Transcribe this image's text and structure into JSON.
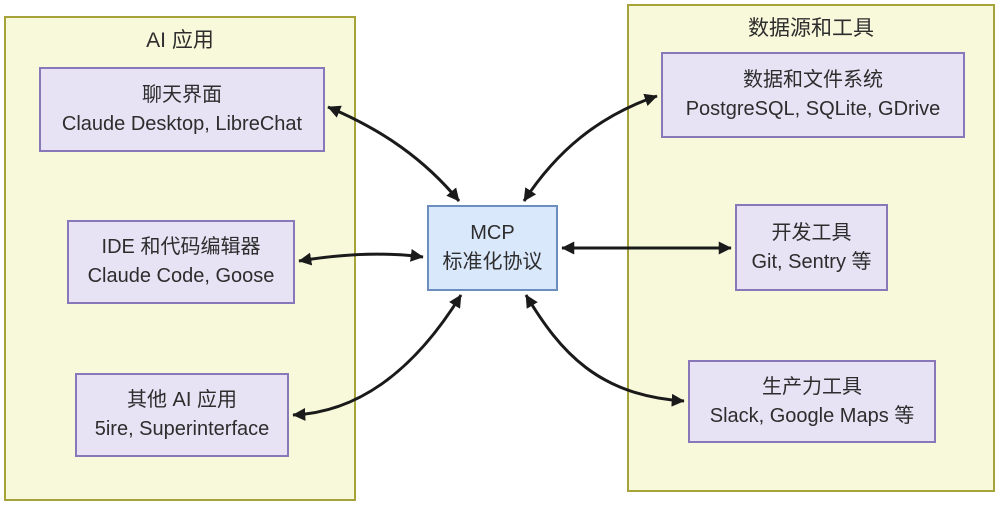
{
  "diagram": {
    "left_container": {
      "title": "AI 应用",
      "boxes": [
        {
          "title": "聊天界面",
          "subtitle": "Claude Desktop, LibreChat"
        },
        {
          "title": "IDE 和代码编辑器",
          "subtitle": "Claude Code, Goose"
        },
        {
          "title": "其他 AI 应用",
          "subtitle": "5ire, Superinterface"
        }
      ]
    },
    "center": {
      "title": "MCP",
      "subtitle": "标准化协议"
    },
    "right_container": {
      "title": "数据源和工具",
      "boxes": [
        {
          "title": "数据和文件系统",
          "subtitle": "PostgreSQL, SQLite, GDrive"
        },
        {
          "title": "开发工具",
          "subtitle": "Git, Sentry 等"
        },
        {
          "title": "生产力工具",
          "subtitle": "Slack, Google Maps 等"
        }
      ]
    },
    "connections": [
      "聊天界面 ↔ MCP",
      "IDE 和代码编辑器 ↔ MCP",
      "其他 AI 应用 ↔ MCP",
      "MCP ↔ 数据和文件系统",
      "MCP ↔ 开发工具",
      "MCP ↔ 生产力工具"
    ],
    "colors": {
      "container_fill": "#F8F9DA",
      "container_border": "#A5A339",
      "node_fill": "#E7E3F4",
      "node_border": "#8878B9",
      "mcp_fill": "#DAE8FC",
      "mcp_border": "#6C8EBF",
      "arrow": "#1A1A1A",
      "text": "#2D2D2D"
    }
  }
}
